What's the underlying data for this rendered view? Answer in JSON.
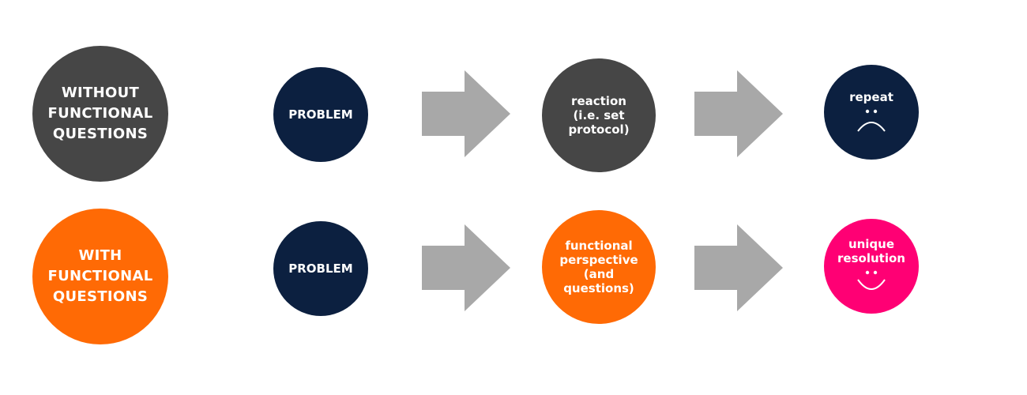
{
  "colors": {
    "dark_gray": "#464646",
    "navy": "#0c2040",
    "orange": "#ff6a05",
    "pink": "#ff0074",
    "arrow_gray": "#a8a8a8"
  },
  "rows": [
    {
      "label": "WITHOUT\nFUNCTIONAL\nQUESTIONS",
      "problem": "PROBLEM",
      "middle": "reaction\n(i.e. set\nprotocol)",
      "result": "repeat",
      "result_face": "sad-face-icon"
    },
    {
      "label": "WITH\nFUNCTIONAL\nQUESTIONS",
      "problem": "PROBLEM",
      "middle": "functional\nperspective\n(and\nquestions)",
      "result": "unique\nresolution",
      "result_face": "smiley-face-icon"
    }
  ]
}
